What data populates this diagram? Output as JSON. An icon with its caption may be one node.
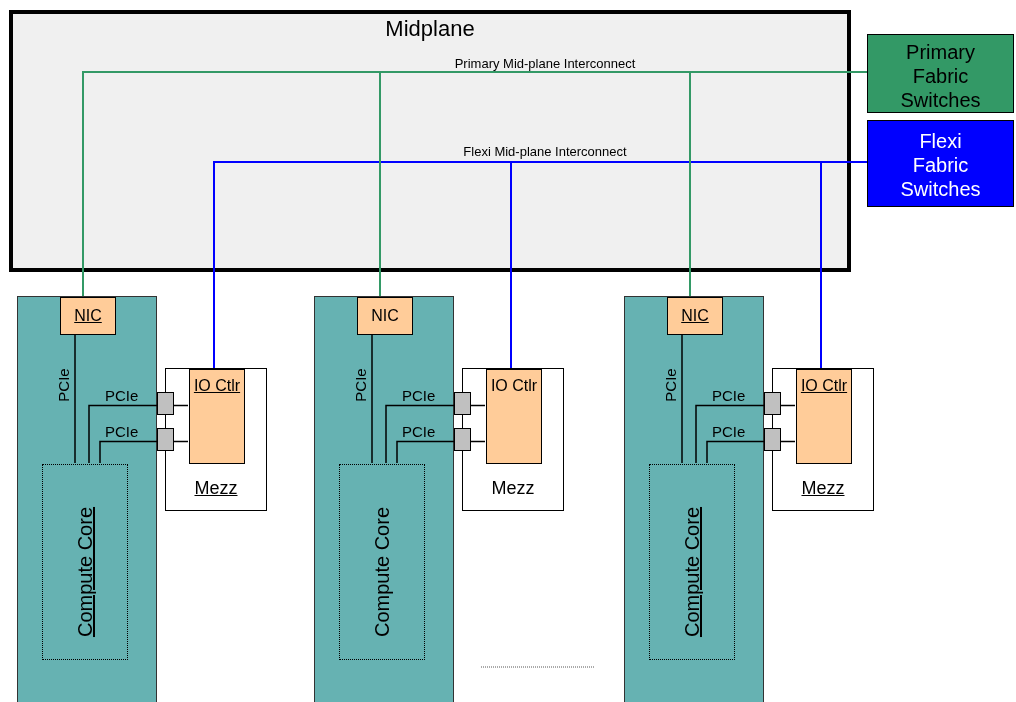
{
  "diagram": {
    "nodes": [
      {
        "text": [
          "Primary Fabric Switches"
        ]
      },
      {
        "text": [
          "Flexi Fabric Switches"
        ]
      },
      {
        "text": [],
        "shape": "box"
      },
      {
        "text": [
          "NIC"
        ],
        "in": 2
      },
      {
        "text": [
          "Compute Core"
        ],
        "in": 2
      },
      {
        "text": [],
        "shape": "box"
      },
      {
        "text": [],
        "shape": "box"
      },
      {
        "text": [
          "Mezz"
        ]
      },
      {
        "text": [
          "IO Ctlr"
        ],
        "in": 7
      },
      {
        "text": [],
        "shape": "box"
      },
      {
        "text": [
          "NIC"
        ],
        "in": 9
      },
      {
        "text": [
          "Compute Core"
        ],
        "in": 9
      },
      {
        "text": [],
        "shape": "box"
      },
      {
        "text": [],
        "shape": "box"
      },
      {
        "text": [
          "Mezz"
        ]
      },
      {
        "text": [
          "IO Ctlr"
        ],
        "in": 14
      },
      {
        "text": [],
        "shape": "box"
      },
      {
        "text": [
          "NIC"
        ],
        "in": 16
      },
      {
        "text": [
          "Compute Core"
        ],
        "in": 16
      },
      {
        "text": [],
        "shape": "box"
      },
      {
        "text": [],
        "shape": "box"
      },
      {
        "text": [
          "Mezz"
        ]
      },
      {
        "text": [
          "IO Ctlr"
        ],
        "in": 21
      }
    ],
    "edges": [
      {
        "from": 0,
        "to": 3,
        "arrow": "none",
        "color": "#339966",
        "label": "Primary Mid-plane Interconnect"
      },
      {
        "from": 1,
        "to": 8,
        "arrow": "none",
        "color": "#0000ff",
        "label": "Flexi Mid-plane Interconnect"
      },
      {
        "from": 3,
        "to": 4,
        "arrow": "none",
        "label": "PCIe"
      },
      {
        "from": 4,
        "to": 5,
        "arrow": "none",
        "label": "PCIe"
      },
      {
        "from": 5,
        "to": 8,
        "arrow": "none"
      },
      {
        "from": 4,
        "to": 6,
        "arrow": "none",
        "label": "PCIe"
      },
      {
        "from": 6,
        "to": 8,
        "arrow": "none"
      },
      {
        "from": 0,
        "to": 10,
        "arrow": "none",
        "color": "#339966"
      },
      {
        "from": 1,
        "to": 15,
        "arrow": "none",
        "color": "#0000ff"
      },
      {
        "from": 10,
        "to": 11,
        "arrow": "none",
        "label": "PCIe"
      },
      {
        "from": 11,
        "to": 12,
        "arrow": "none",
        "label": "PCIe"
      },
      {
        "from": 12,
        "to": 15,
        "arrow": "none"
      },
      {
        "from": 11,
        "to": 13,
        "arrow": "none",
        "label": "PCIe"
      },
      {
        "from": 13,
        "to": 15,
        "arrow": "none"
      },
      {
        "from": 0,
        "to": 17,
        "arrow": "none",
        "color": "#339966"
      },
      {
        "from": 1,
        "to": 22,
        "arrow": "none",
        "color": "#0000ff"
      },
      {
        "from": 17,
        "to": 18,
        "arrow": "none",
        "label": "PCIe"
      },
      {
        "from": 18,
        "to": 19,
        "arrow": "none",
        "label": "PCIe"
      },
      {
        "from": 19,
        "to": 22,
        "arrow": "none"
      },
      {
        "from": 18,
        "to": 20,
        "arrow": "none",
        "label": "PCIe"
      },
      {
        "from": 20,
        "to": 22,
        "arrow": "none"
      }
    ],
    "labels": [
      "Midplane"
    ]
  }
}
